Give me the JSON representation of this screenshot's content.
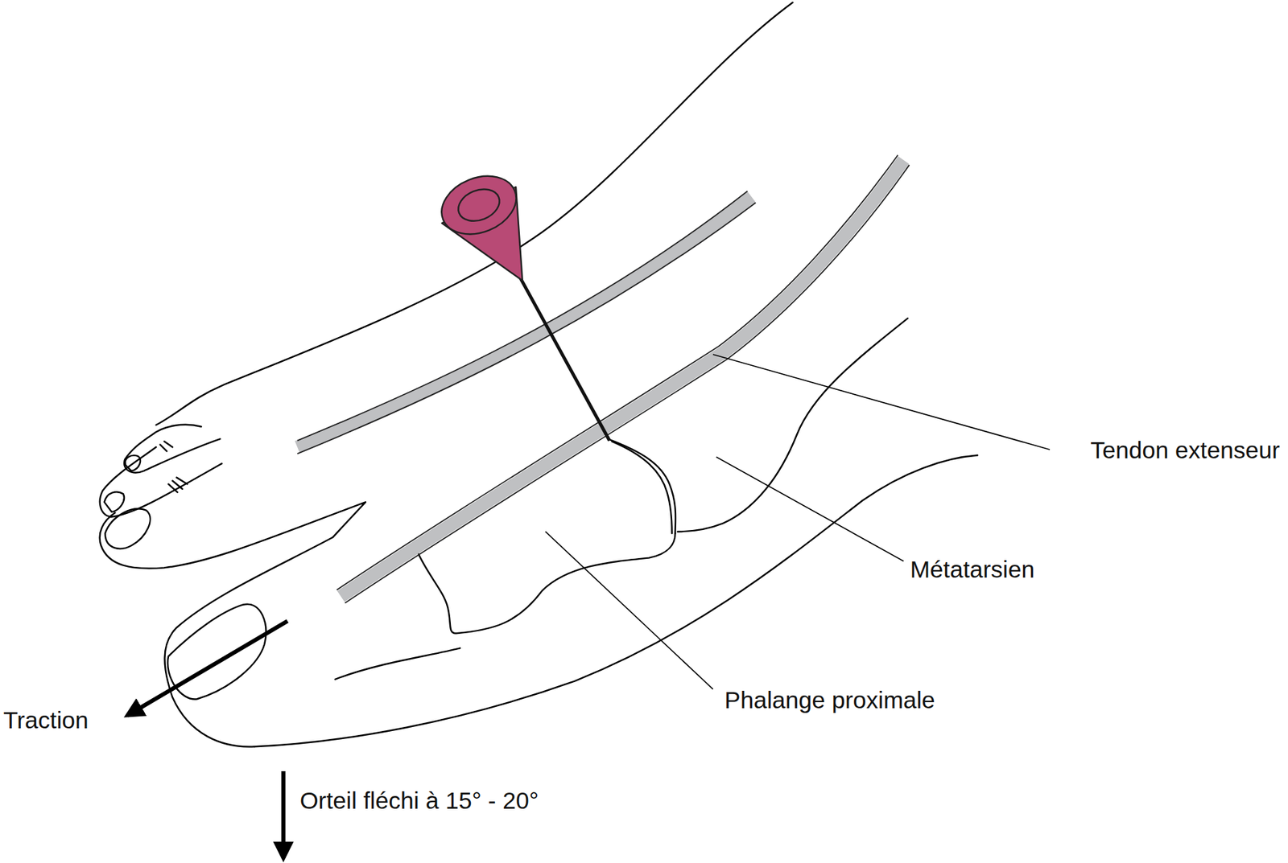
{
  "diagram": {
    "labels": [
      "Tendon extenseur",
      "Métatarsien",
      "Phalange proximale",
      "Traction",
      "Orteil fléchi à 15° - 20°"
    ]
  }
}
